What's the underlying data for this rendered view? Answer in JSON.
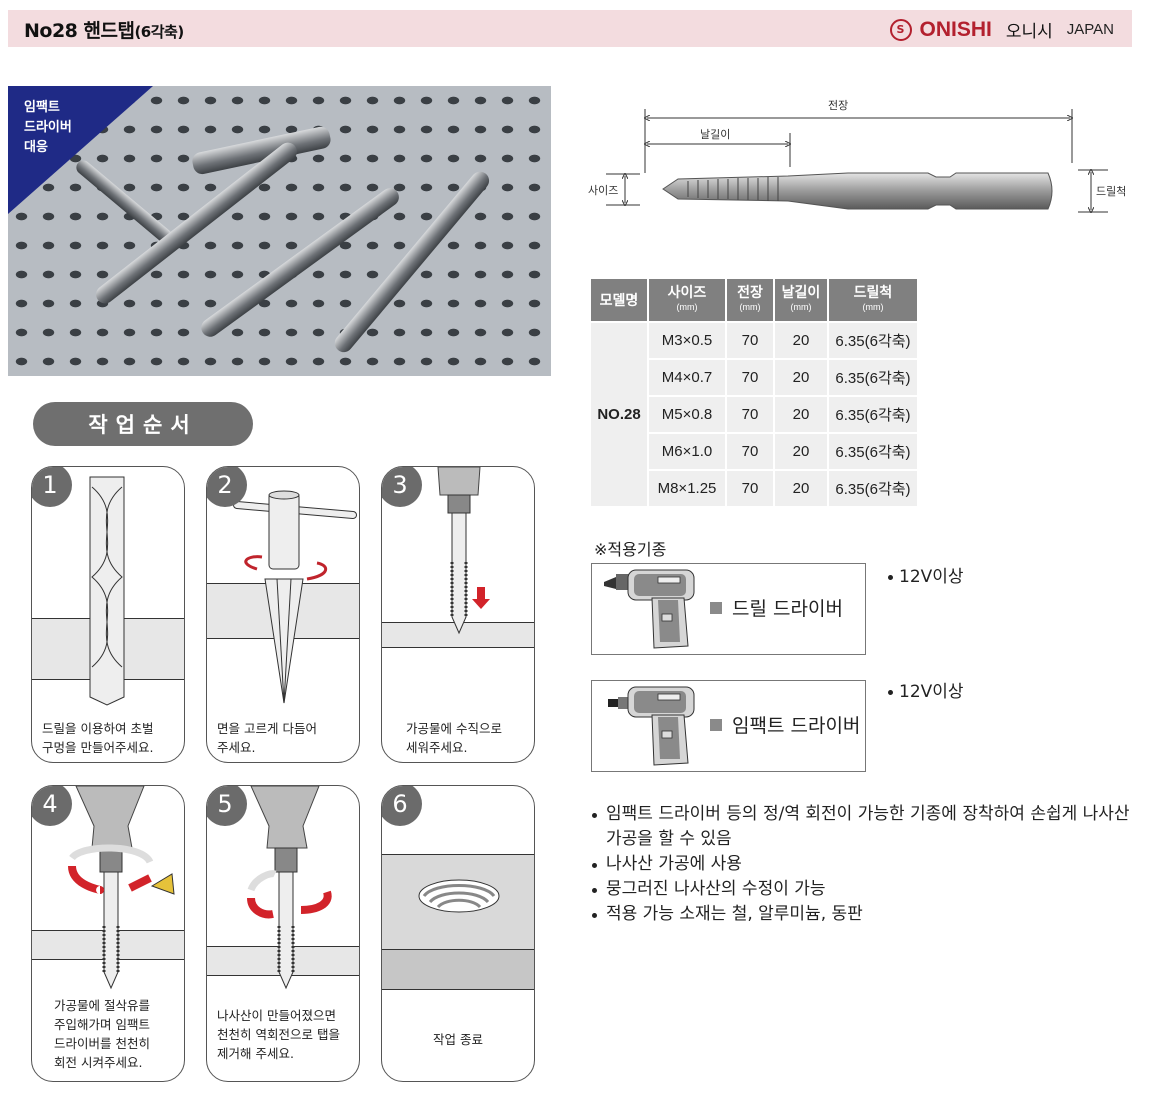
{
  "header": {
    "title": "No28 핸드탭",
    "title_suffix": "(6각축)",
    "brand_mark": "S",
    "brand_name": "ONISHI",
    "brand_korean": "오니시",
    "brand_country": "JAPAN",
    "accent_color": "#b3202e",
    "bar_color": "#f3dcdf"
  },
  "photo": {
    "badge_lines": [
      "임팩트",
      "드라이버",
      "대응"
    ],
    "badge_color": "#1f2a86"
  },
  "diagram": {
    "overall_length_label": "전장",
    "thread_length_label": "날길이",
    "size_label": "사이즈",
    "shank_label": "드릴척"
  },
  "spec_table": {
    "headers": [
      {
        "label": "모델명",
        "unit": ""
      },
      {
        "label": "사이즈",
        "unit": "(mm)"
      },
      {
        "label": "전장",
        "unit": "(mm)"
      },
      {
        "label": "날길이",
        "unit": "(mm)"
      },
      {
        "label": "드릴척",
        "unit": "(mm)"
      }
    ],
    "model": "NO.28",
    "rows": [
      {
        "size": "M3×0.5",
        "length": "70",
        "thread": "20",
        "shank": "6.35(6각축)"
      },
      {
        "size": "M4×0.7",
        "length": "70",
        "thread": "20",
        "shank": "6.35(6각축)"
      },
      {
        "size": "M5×0.8",
        "length": "70",
        "thread": "20",
        "shank": "6.35(6각축)"
      },
      {
        "size": "M6×1.0",
        "length": "70",
        "thread": "20",
        "shank": "6.35(6각축)"
      },
      {
        "size": "M8×1.25",
        "length": "70",
        "thread": "20",
        "shank": "6.35(6각축)"
      }
    ]
  },
  "applicable": {
    "title": "※적용기종",
    "tools": [
      {
        "label": "드릴 드라이버",
        "voltage": "12V이상"
      },
      {
        "label": "임팩트 드라이버",
        "voltage": "12V이상"
      }
    ]
  },
  "features": [
    "임팩트 드라이버 등의  정/역 회전이 가능한 기종에 장착하여 손쉽게 나사산 가공을 할 수 있음",
    "나사산 가공에 사용",
    "뭉그러진 나사산의 수정이 가능",
    "적용 가능 소재는 철, 알루미늄, 동판"
  ],
  "procedure": {
    "title": "작업순서",
    "steps": [
      {
        "num": "1",
        "lines": [
          "드릴을 이용하여 초벌",
          "구멍을 만들어주세요."
        ]
      },
      {
        "num": "2",
        "lines": [
          "면을 고르게 다듬어",
          "주세요."
        ]
      },
      {
        "num": "3",
        "lines": [
          "가공물에 수직으로",
          "세워주세요."
        ]
      },
      {
        "num": "4",
        "lines": [
          "가공물에 절삭유를",
          "주입해가며 임팩트",
          "드라이버를 천천히",
          "회전 시켜주세요."
        ]
      },
      {
        "num": "5",
        "lines": [
          "나사산이 만들어졌으면",
          "천천히 역회전으로 탭을",
          "제거해 주세요."
        ]
      },
      {
        "num": "6",
        "lines": [
          "작업 종료"
        ]
      }
    ]
  }
}
